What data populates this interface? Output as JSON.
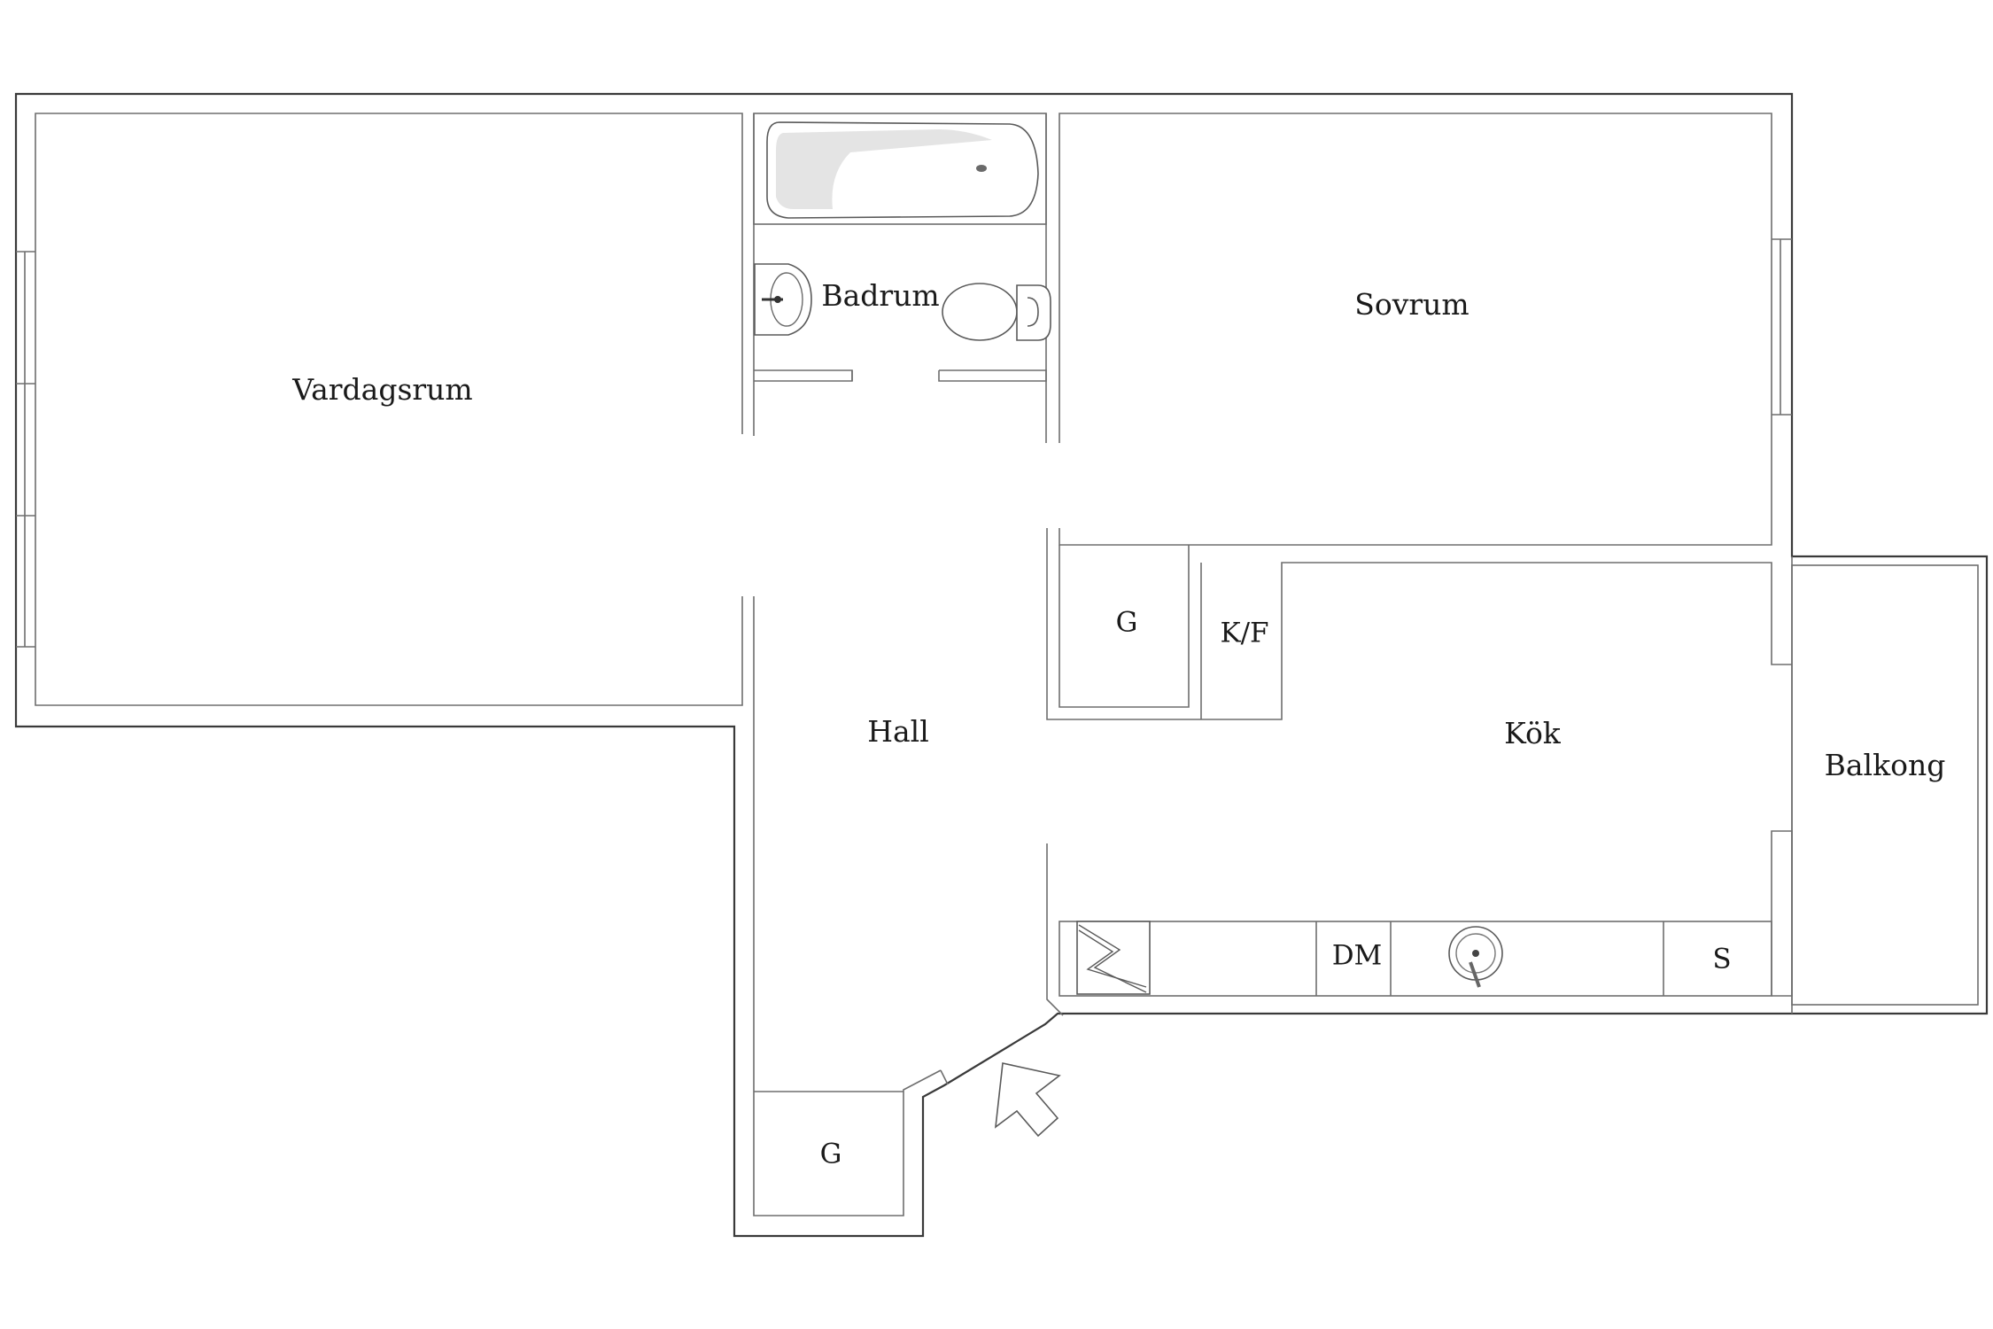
{
  "rooms": {
    "vardagsrum": "Vardagsrum",
    "badrum": "Badrum",
    "sovrum": "Sovrum",
    "hall": "Hall",
    "kok": "Kök",
    "balkong": "Balkong"
  },
  "fixtures": {
    "closet_kitchen": "G",
    "fridge_freezer": "K/F",
    "dishwasher": "DM",
    "stove": "S",
    "closet_hall": "G"
  },
  "icons": {
    "entrance": "entrance-arrow-icon",
    "bathtub": "bathtub-icon",
    "washbasin": "washbasin-icon",
    "toilet": "toilet-icon",
    "sink": "kitchen-sink-icon",
    "electrical": "electrical-cabinet-icon"
  }
}
